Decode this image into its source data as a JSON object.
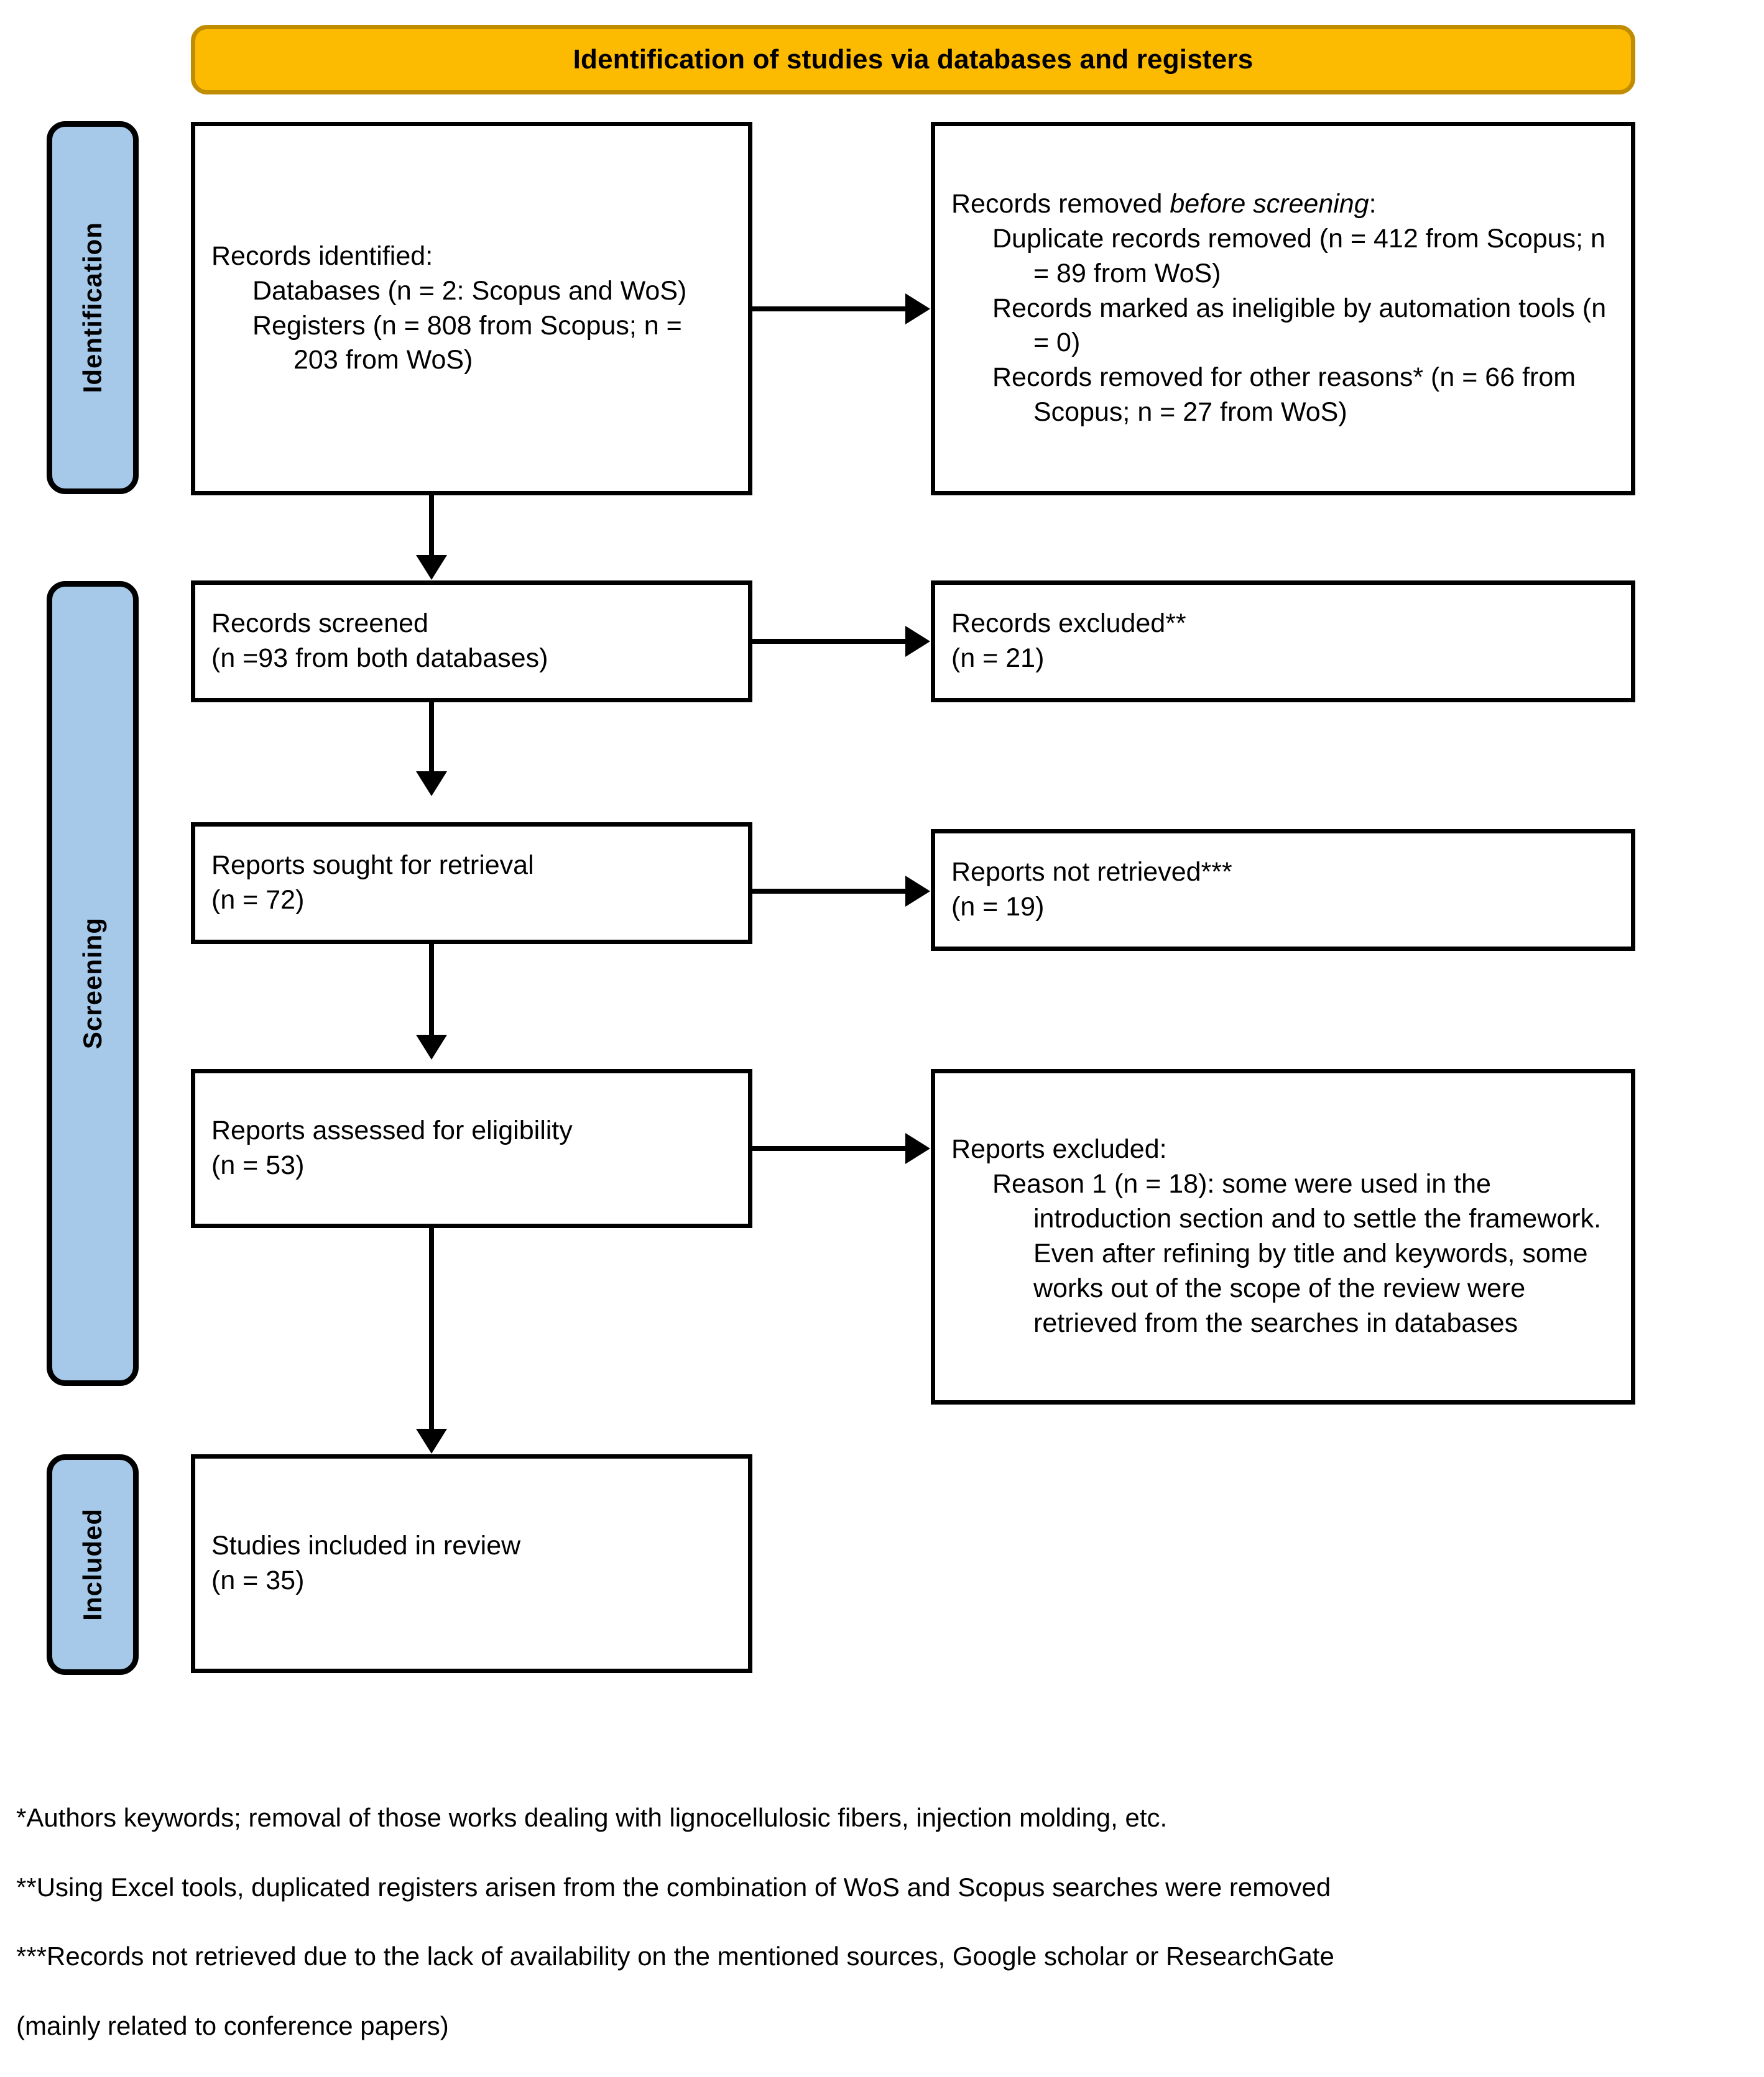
{
  "banner": {
    "title": "Identification of studies via databases and registers"
  },
  "stages": [
    {
      "name": "identification",
      "label": "Identification"
    },
    {
      "name": "screening",
      "label": "Screening"
    },
    {
      "name": "included",
      "label": "Included"
    }
  ],
  "boxes": {
    "records_identified": {
      "line1": "Records identified:",
      "line2": "Databases (n = 2: Scopus and WoS)",
      "line3": "Registers (n = 808 from Scopus; n = 203 from WoS)"
    },
    "records_removed": {
      "line1_a": "Records removed ",
      "line1_i": "before screening",
      "line1_b": ":",
      "line2": "Duplicate records removed (n = 412 from Scopus; n = 89 from WoS)",
      "line3": "Records marked as ineligible by automation tools (n = 0)",
      "line4": "Records removed for other reasons* (n = 66 from Scopus; n = 27 from WoS)"
    },
    "records_screened": {
      "line1": "Records screened",
      "line2": "(n =93 from both databases)"
    },
    "records_excluded": {
      "line1": "Records excluded**",
      "line2": "(n = 21)"
    },
    "reports_sought": {
      "line1": "Reports sought for retrieval",
      "line2": "(n = 72)"
    },
    "reports_not_retrieved": {
      "line1": "Reports not retrieved***",
      "line2": "(n = 19)"
    },
    "reports_assessed": {
      "line1": "Reports assessed for eligibility",
      "line2": "(n = 53)"
    },
    "reports_excluded": {
      "line1": "Reports excluded:",
      "line2": "Reason 1 (n = 18): some were used in the introduction section and to settle the framework. Even after refining by title and keywords, some works out of the scope of the review were retrieved from the searches in databases"
    },
    "studies_included": {
      "line1": "Studies included in review",
      "line2": "(n = 35)"
    }
  },
  "footnotes": [
    "*Authors keywords; removal of those works dealing with lignocellulosic fibers, injection molding, etc.",
    "**Using Excel tools, duplicated registers arisen from the combination of WoS and Scopus searches were removed",
    "***Records not retrieved due to the lack of availability on the mentioned sources, Google scholar or ResearchGate",
    "(mainly related to conference papers)"
  ],
  "colors": {
    "banner_fill": "#FCBA00",
    "banner_border": "#C18D00",
    "stage_fill": "#A6C9EA",
    "line": "#000000"
  }
}
